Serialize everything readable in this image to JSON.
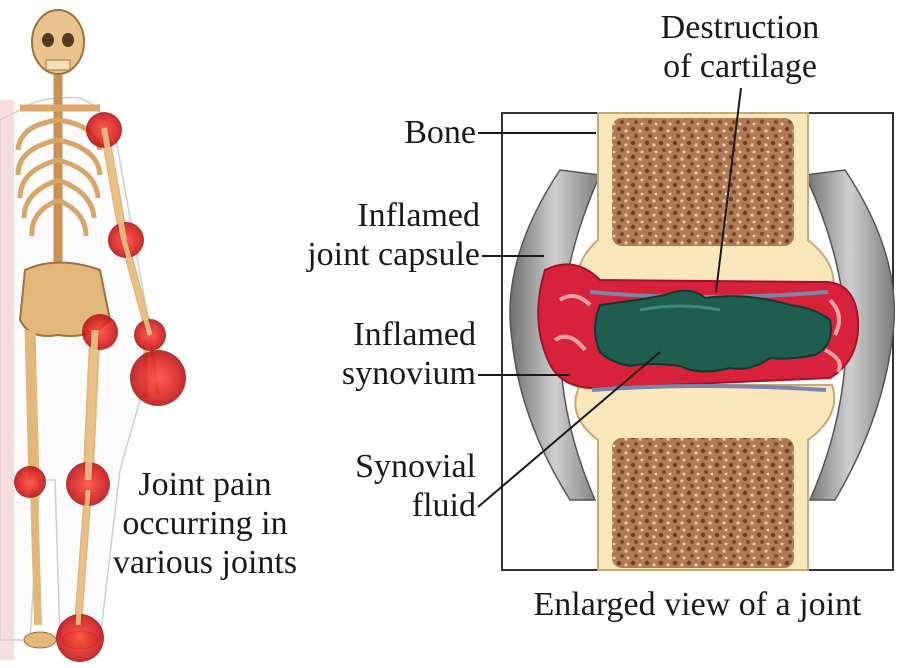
{
  "labels": {
    "destruction": [
      "Destruction",
      "of cartilage"
    ],
    "bone": "Bone",
    "capsule": [
      "Inflamed",
      "joint capsule"
    ],
    "synovium": [
      "Inflamed",
      "synovium"
    ],
    "fluid": [
      "Synovial",
      "fluid"
    ],
    "joint_pain": [
      "Joint pain",
      "occurring in",
      "various joints"
    ],
    "caption": "Enlarged view of a joint"
  },
  "colors": {
    "bone_marrow": "#a9724f",
    "bone_cortex": "#fbe7bc",
    "inflammation": "#d8213a",
    "synovial_fluid": "#1f5d4e",
    "capsule": "#8a8a8a",
    "skeleton": "#e2b87a",
    "pain_spot": "#d91e1e"
  },
  "icons": {
    "skeleton": "skeleton-figure-icon",
    "joint": "joint-cross-section-icon"
  }
}
